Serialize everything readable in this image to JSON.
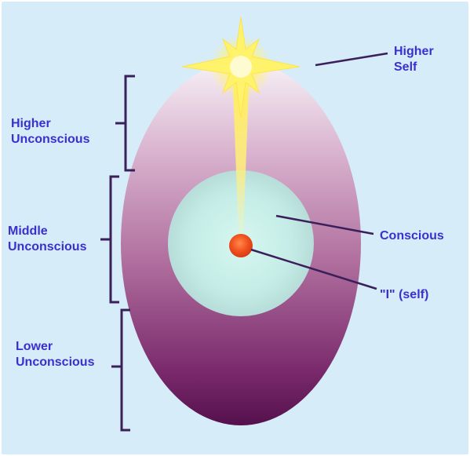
{
  "labels": {
    "higher_self": [
      "Higher",
      "Self"
    ],
    "higher_unconscious": [
      "Higher",
      "Unconscious"
    ],
    "middle_unconscious": [
      "Middle",
      "Unconscious"
    ],
    "lower_unconscious": [
      "Lower",
      "Unconscious"
    ],
    "conscious": "Conscious",
    "self": "\"I\" (self)"
  },
  "colors": {
    "background": "#d6ecf8",
    "label_text": "#3a2fd0",
    "leader_line": "#3b1f5a",
    "bracket": "#3b1f5a",
    "egg_top": "#f6eef4",
    "egg_bottom": "#5a0f52",
    "conscious_field": "#c9f0ea",
    "star": "#fff07a",
    "self_dot": "#f05020"
  }
}
